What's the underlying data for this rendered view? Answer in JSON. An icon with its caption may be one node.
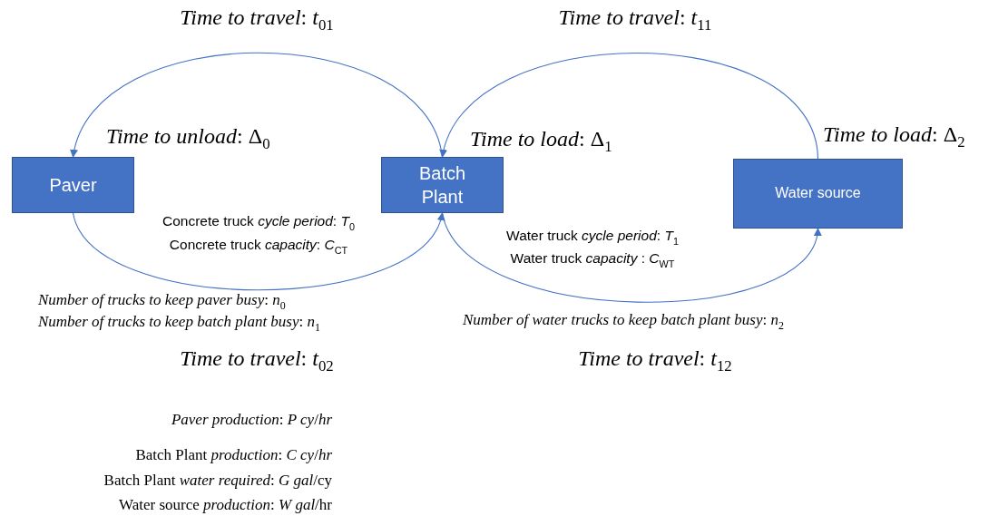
{
  "diagram": {
    "nodes": [
      {
        "text": [
          "Paver"
        ]
      },
      {
        "text": [
          "Batch Plant"
        ]
      },
      {
        "text": [
          "Water source"
        ]
      }
    ],
    "edges": [
      {
        "from": 1,
        "to": 0,
        "arrow": "to"
      },
      {
        "from": 0,
        "to": 1,
        "arrow": "to"
      },
      {
        "from": 2,
        "to": 1,
        "arrow": "to"
      },
      {
        "from": 1,
        "to": 2,
        "arrow": "to"
      }
    ],
    "labels": [
      "*Time to travel*: *t*$_{01}$",
      "*Time to travel*: *t*$_{11}$",
      "*Time to unload*: Δ$_{0}$",
      "*Time to load*: Δ$_{1}$",
      "*Time to load*: Δ$_{2}$",
      "Concrete truck *cycle period*: *T*$_{0}$",
      "Concrete truck *capacity*: *C*$_{CT}$",
      "Water truck *cycle period*: *T*$_{1}$",
      "Water truck *capacity* : *C*$_{WT}$",
      "*Number of trucks to keep paver busy*: *n*$_{0}$",
      "*Number of trucks to keep batch plant busy*: *n*$_{1}$",
      "*Number of water trucks to keep batch plant busy*: *n*$_{2}$",
      "*Time to travel*: *t*$_{02}$",
      "*Time to travel*: *t*$_{12}$",
      "*Paver production*: *P cy*/*hr*",
      "Batch Plant *production*: *C cy*/*hr*",
      "Batch Plant *water required*: *G gal*/cy",
      "Water source *production*: *W gal*/hr"
    ]
  }
}
